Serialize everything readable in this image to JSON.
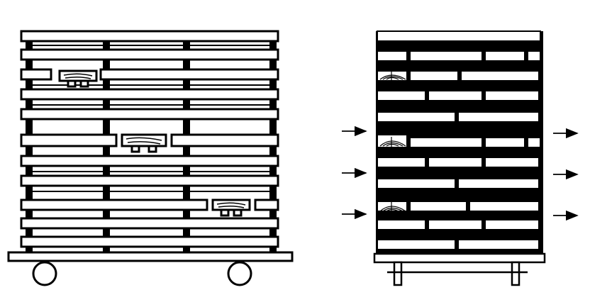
{
  "figure": {
    "ink_color": "#000000",
    "paper_color": "#ffffff",
    "left_stack": {
      "description_icon": "lumber-stack-on-wheeled-cart-icon",
      "board_courses": 11,
      "sample_boards": 3,
      "wheels": 2
    },
    "right_stack": {
      "description_icon": "lumber-stack-end-view-icon",
      "board_courses": 11,
      "sample_boards": 3,
      "inflow_arrows": 3,
      "outflow_arrows": 3
    }
  }
}
